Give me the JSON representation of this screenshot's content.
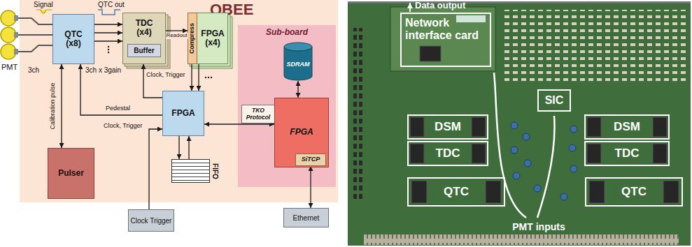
{
  "diagram": {
    "nodes": [
      {
        "text": [
          "QBEE"
        ]
      },
      {
        "text": [
          "QTC (x8)"
        ],
        "in": 0
      },
      {
        "text": [
          "TDC (x4)"
        ],
        "in": 0
      },
      {
        "text": [
          "Buffer"
        ],
        "in": 2
      },
      {
        "text": [
          "FPGA (x4)"
        ],
        "in": 0
      },
      {
        "text": [
          "Compress"
        ],
        "in": 4
      },
      {
        "text": [
          "Sub-board"
        ],
        "in": 0
      },
      {
        "text": [
          "SDRAM"
        ],
        "in": 6
      },
      {
        "text": [
          "TKO Protocol"
        ],
        "in": 6
      },
      {
        "text": [
          "FPGA"
        ],
        "in": 0
      },
      {
        "text": [
          "FPGA"
        ],
        "in": 6
      },
      {
        "text": [
          "SiTCP"
        ],
        "in": 10
      },
      {
        "text": [
          "FIFO"
        ],
        "in": 0
      },
      {
        "text": [
          "Pulser"
        ],
        "in": 0
      },
      {
        "text": [
          "Clock Trigger"
        ]
      },
      {
        "text": [
          "Ethernet"
        ]
      },
      {
        "text": [
          "Network interface card"
        ]
      },
      {
        "text": [
          "SIC"
        ]
      },
      {
        "text": [
          "DSM"
        ]
      },
      {
        "text": [
          "DSM"
        ]
      },
      {
        "text": [
          "TDC"
        ]
      },
      {
        "text": [
          "TDC"
        ]
      },
      {
        "text": [
          "QTC"
        ]
      },
      {
        "text": [
          "QTC"
        ]
      }
    ],
    "edges": [
      {
        "from": 1,
        "to": 2,
        "arrow": "to"
      },
      {
        "from": 1,
        "to": 2,
        "arrow": "to"
      },
      {
        "from": 1,
        "to": 2,
        "arrow": "to"
      },
      {
        "from": 2,
        "to": 5,
        "label": "Readout",
        "arrow": "to"
      },
      {
        "from": 4,
        "to": 9,
        "arrow": "to"
      },
      {
        "from": 4,
        "to": 9,
        "arrow": "to"
      },
      {
        "from": 9,
        "to": 2,
        "label": "Clock, Trigger",
        "arrow": "to"
      },
      {
        "from": 9,
        "to": 1,
        "label": "Pedestal",
        "arrow": "to"
      },
      {
        "from": 14,
        "to": 9,
        "label": "Clock, Trigger",
        "arrow": "to"
      },
      {
        "from": 9,
        "to": 12,
        "arrow": "to"
      },
      {
        "from": 12,
        "to": 9,
        "arrow": "to"
      },
      {
        "from": 9,
        "to": 10,
        "arrow": "both"
      },
      {
        "from": 7,
        "to": 10,
        "arrow": "both"
      },
      {
        "from": 11,
        "to": 15,
        "arrow": "both"
      },
      {
        "from": 13,
        "to": 1,
        "label": "Calibration pulse",
        "arrow": "both"
      }
    ],
    "labels": [
      "Signal",
      "QTC out",
      "PMT",
      "3ch",
      "3ch x 3gain",
      "Data output",
      "PMT inputs"
    ]
  }
}
